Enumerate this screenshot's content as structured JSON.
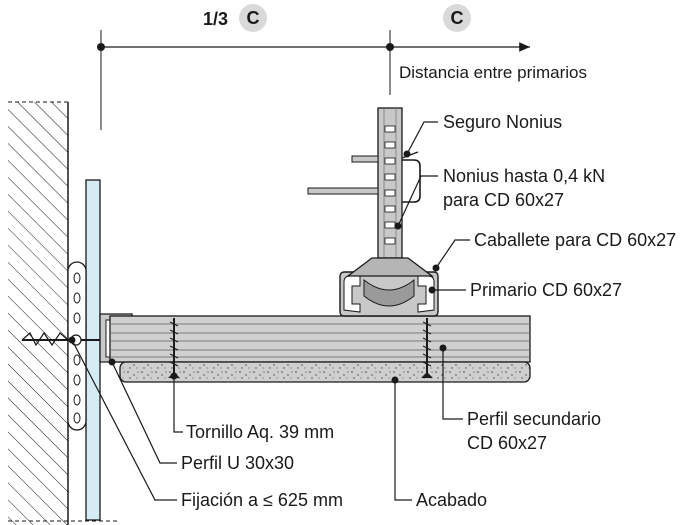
{
  "dimension": {
    "fraction_label": "1/3",
    "spacing_symbol": "C",
    "spacing_symbol_right": "C",
    "caption": "Distancia entre primarios"
  },
  "labels": {
    "seguro": "Seguro Nonius",
    "nonius_line1": "Nonius hasta 0,4 kN",
    "nonius_line2": "para CD 60x27",
    "caballete": "Caballete para CD 60x27",
    "primario": "Primario CD 60x27",
    "perfil_secundario_line1": "Perfil secundario",
    "perfil_secundario_line2": "CD 60x27",
    "tornillo": "Tornillo Aq. 39 mm",
    "perfil_u": "Perfil U 30x30",
    "fijacion": "Fijación a ≤ 625 mm",
    "acabado": "Acabado"
  },
  "colors": {
    "badge": "#d9d9d9",
    "steel": "#c8c8c8",
    "steel_dark": "#9a9a9a",
    "wall_panel": "#d6ecf5",
    "board": "#bdbdbd",
    "outline": "#1a1a1a"
  }
}
